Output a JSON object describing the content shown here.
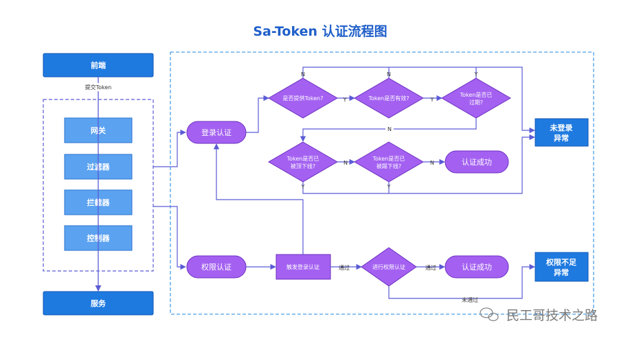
{
  "title": "Sa-Token 认证流程图",
  "left": {
    "frontend": "前端",
    "submit_token": "提交Token",
    "gateway": "网关",
    "filter": "过滤器",
    "interceptor": "拦截器",
    "controller": "控制器",
    "service": "服务"
  },
  "login_flow": {
    "start": "登录认证",
    "q_token_provided": "是否提供Token?",
    "q_token_valid": "Token是否有效?",
    "q_token_expired_1": "Token是否已",
    "q_token_expired_2": "过期?",
    "q_kicked_1": "Token是否已",
    "q_kicked_2": "被顶下线?",
    "q_kicked_out_1": "Token是否已",
    "q_kicked_out_2": "被踢下线?",
    "success": "认证成功"
  },
  "perm_flow": {
    "start": "权限认证",
    "trigger_login": "触发登录认证",
    "check_perm": "进行权限认证",
    "success": "认证成功"
  },
  "outcomes": {
    "not_logged_1": "未登录",
    "not_logged_2": "异常",
    "no_perm_1": "权限不足",
    "no_perm_2": "异常"
  },
  "edge_labels": {
    "yes": "Y",
    "no": "N",
    "pass": "通过",
    "fail": "未通过"
  },
  "watermark": "民工哥技术之路"
}
